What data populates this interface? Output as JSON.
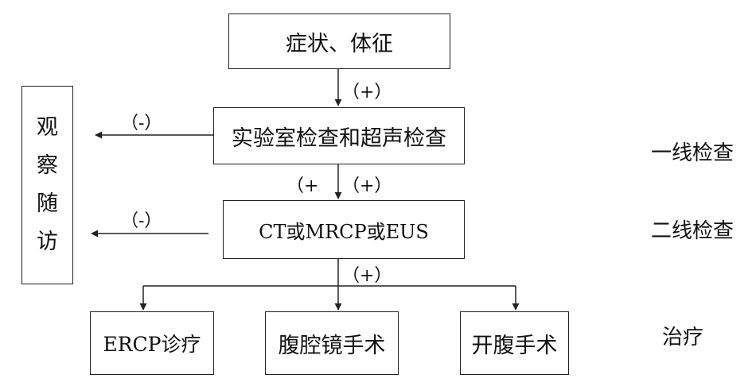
{
  "nodes": {
    "symptoms": "症状、体征",
    "lab_ultrasound": "实验室检查和超声检查",
    "imaging": "CT或MRCP或EUS",
    "ercp": "ERCP诊疗",
    "laparoscopic": "腹腔镜手术",
    "open_surgery": "开腹手术",
    "observe": [
      "观",
      "察",
      "随",
      "访"
    ]
  },
  "edge_labels": {
    "pos_1": "（+）",
    "neg_1": "（-）",
    "pos_2a": "（+",
    "pos_2b": "（+）",
    "neg_2": "（-）",
    "pos_3": "（+）"
  },
  "side_labels": {
    "first_line": "一线检查",
    "second_line": "二线检查",
    "treatment": "治疗"
  }
}
